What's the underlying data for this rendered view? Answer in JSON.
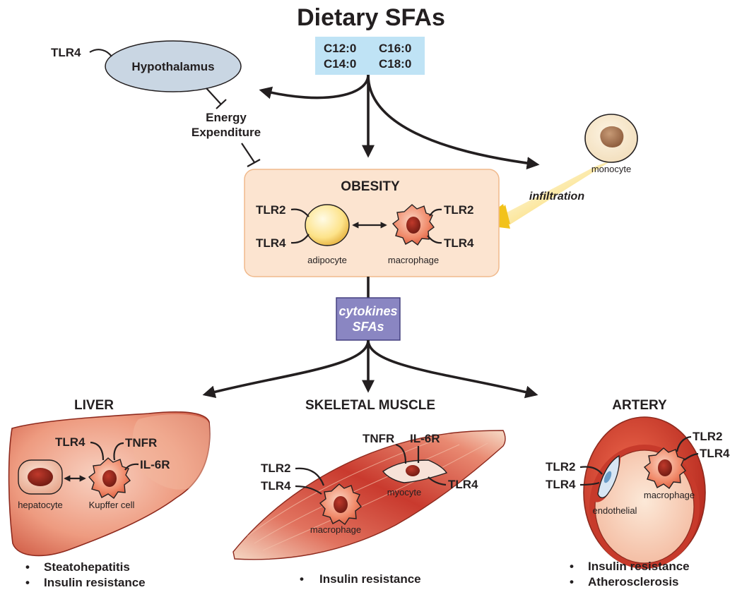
{
  "title": "Dietary SFAs",
  "sfas": [
    "C12:0",
    "C16:0",
    "C14:0",
    "C18:0"
  ],
  "hypothalamus": {
    "label": "Hypothalamus",
    "receptor": "TLR4"
  },
  "energy": {
    "line1": "Energy",
    "line2": "Expenditure"
  },
  "monocyte": {
    "label": "monocyte",
    "infiltration": "infiltration"
  },
  "obesity": {
    "title": "OBESITY",
    "adipocyte": {
      "label": "adipocyte",
      "receptors": [
        "TLR2",
        "TLR4"
      ]
    },
    "macrophage": {
      "label": "macrophage",
      "receptors": [
        "TLR2",
        "TLR4"
      ]
    }
  },
  "mediators": {
    "line1": "cytokines",
    "line2": "SFAs"
  },
  "liver": {
    "title": "LIVER",
    "receptors": [
      "TLR4",
      "TNFR",
      "IL-6R"
    ],
    "hepatocyte": "hepatocyte",
    "kupffer": "Kupffer cell",
    "outcomes": [
      "Steatohepatitis",
      "Insulin resistance"
    ]
  },
  "muscle": {
    "title": "SKELETAL MUSCLE",
    "macrophage": {
      "label": "macrophage",
      "receptors": [
        "TLR2",
        "TLR4"
      ]
    },
    "myocyte": {
      "label": "myocyte",
      "receptors": [
        "TNFR",
        "IL-6R",
        "TLR4"
      ]
    },
    "outcomes": [
      "Insulin resistance"
    ]
  },
  "artery": {
    "title": "ARTERY",
    "endothelial": {
      "label": "endothelial",
      "receptors": [
        "TLR2",
        "TLR4"
      ]
    },
    "macrophage": {
      "label": "macrophage",
      "receptors": [
        "TLR2",
        "TLR4"
      ]
    },
    "outcomes": [
      "Insulin resistance",
      "Atherosclerosis"
    ]
  },
  "colors": {
    "sfa_box": "#bfe3f5",
    "hypothalamus": "#c9d6e3",
    "obesity_box": "#fce4d0",
    "mediator_box": "#8a86c2",
    "tissue_red": "#c0392b",
    "infiltration_arrow": "#f2c21a"
  }
}
